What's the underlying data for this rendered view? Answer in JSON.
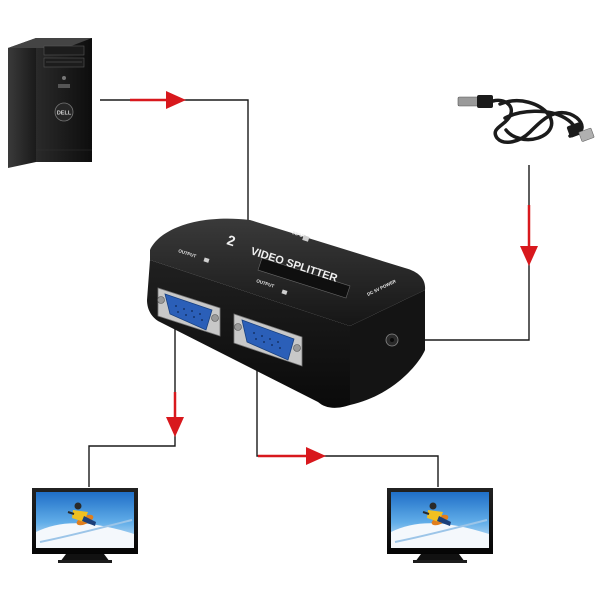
{
  "splitter": {
    "title": "VIDEO SPLITTER",
    "title_number": "2",
    "input_label": "INPUT",
    "output_label": "OUTPUT",
    "output2_label": "OUTPUT",
    "power_label": "DC 5V  POWER"
  },
  "pc": {
    "brand": "DELL"
  },
  "colors": {
    "arrow": "#d8181d",
    "wire": "#1a1a1a",
    "device_body": "#1b1b1b",
    "vga_port": "#2b5fb8",
    "monitor_frame": "#111111"
  },
  "icons": {
    "pc": "desktop-tower-icon",
    "cable": "usb-power-cable-icon",
    "monitor": "monitor-icon"
  }
}
